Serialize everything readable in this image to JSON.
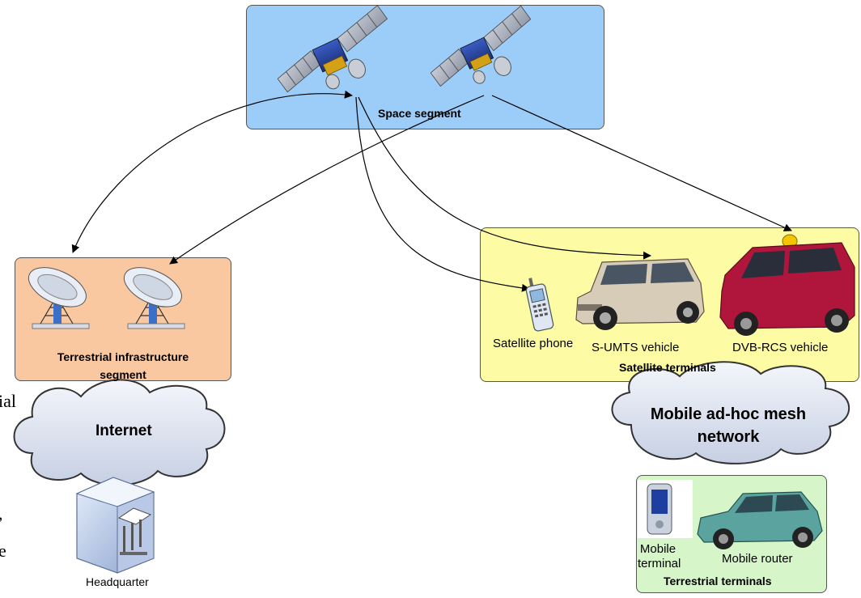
{
  "space_segment": {
    "label": "Space segment",
    "fill": "#9cccf8"
  },
  "terrestrial_segment": {
    "label_line1": "Terrestrial infrastructure",
    "label_line2": "segment",
    "fill": "#f9c8a0"
  },
  "satellite_terminals": {
    "label": "Satellite terminals",
    "fill": "#fdfba3",
    "items": [
      "Satellite phone",
      "S-UMTS vehicle",
      "DVB-RCS vehicle"
    ]
  },
  "clouds": {
    "internet": "Internet",
    "mesh_line1": "Mobile ad-hoc mesh",
    "mesh_line2": "network"
  },
  "headquarter": "Headquarter",
  "terrestrial_terminals": {
    "label": "Terrestrial terminals",
    "fill": "#d6f6c9",
    "mobile_terminal_line1": "Mobile",
    "mobile_terminal_line2": "terminal",
    "mobile_router": "Mobile router"
  },
  "left_edge_fragments": [
    "ial",
    ",",
    "e"
  ],
  "icons": [
    "satellite-icon",
    "satellite-dish-icon",
    "phone-icon",
    "suv-icon",
    "van-icon",
    "cloud-icon",
    "building-icon",
    "pda-icon",
    "car-icon"
  ]
}
